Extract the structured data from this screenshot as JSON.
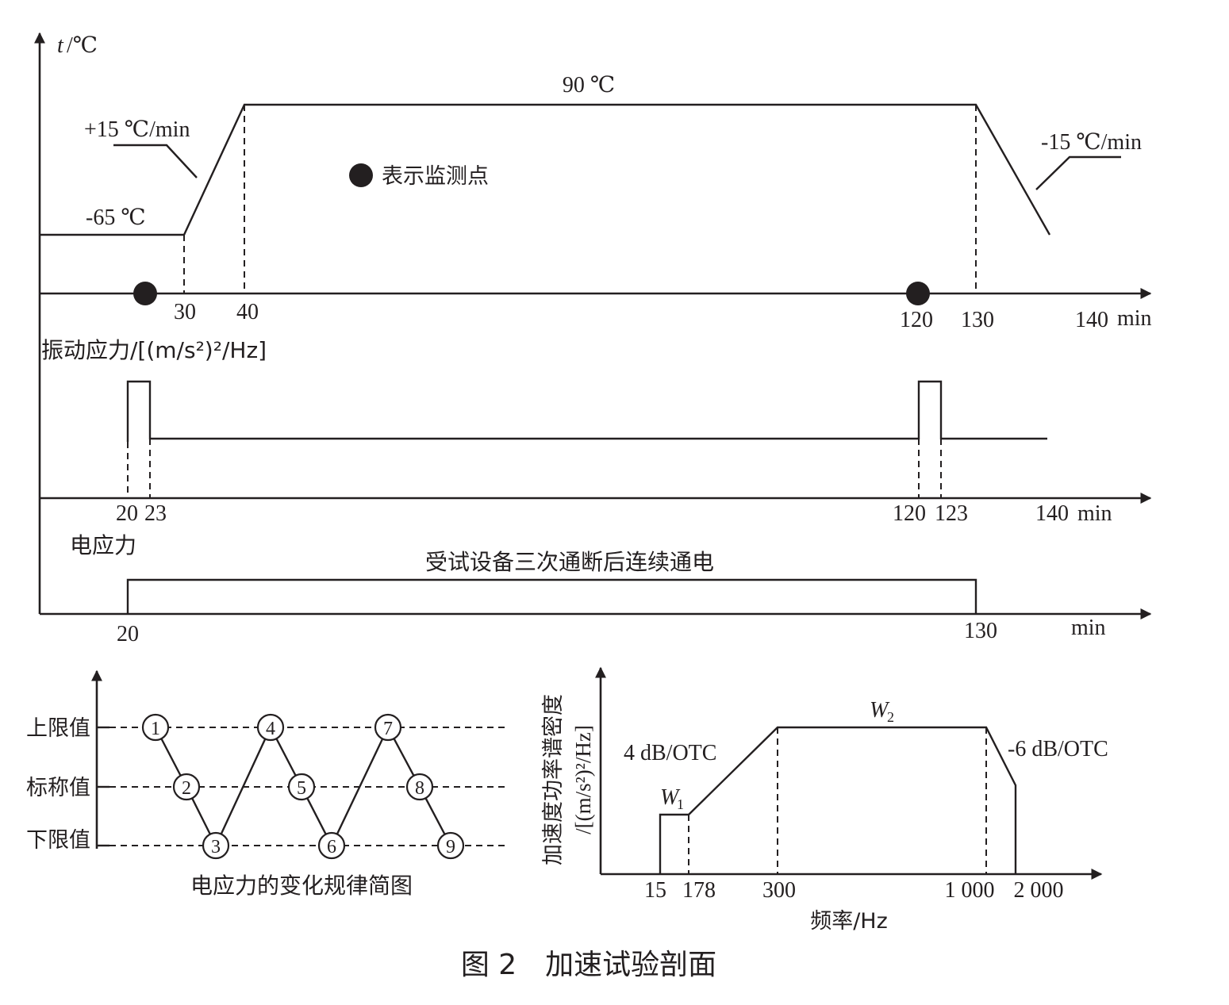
{
  "temperature": {
    "axis_label": "t",
    "axis_unit": "/℃",
    "high_label": "90 ℃",
    "low_label": "-65 ℃",
    "ramp_up_label": "+15 ℃/min",
    "ramp_down_label": "-15 ℃/min",
    "legend_label": "表示监测点",
    "ticks": [
      "30",
      "40",
      "120",
      "130",
      "140"
    ],
    "unit": "min"
  },
  "vibration": {
    "axis_label": "振动应力/[(m/s²)²/Hz]",
    "ticks": [
      "20",
      "23",
      "120",
      "123",
      "140"
    ],
    "unit": "min"
  },
  "electric": {
    "axis_label": "电应力",
    "note": "受试设备三次通断后连续通电",
    "ticks": [
      "20",
      "130"
    ],
    "unit": "min"
  },
  "cycle": {
    "levels": [
      "上限值",
      "标称值",
      "下限值"
    ],
    "points": [
      "1",
      "2",
      "3",
      "4",
      "5",
      "6",
      "7",
      "8",
      "9"
    ],
    "caption": "电应力的变化规律简图"
  },
  "psd": {
    "ylabel_line1": "加速度功率谱密度",
    "ylabel_line2": "/[(m/s²)²/Hz]",
    "xlabel": "频率/Hz",
    "w1": "W",
    "w1_sub": "1",
    "w2": "W",
    "w2_sub": "2",
    "slope_up": "4 dB/OTC",
    "slope_down": "-6 dB/OTC",
    "ticks": [
      "15",
      "178",
      "300",
      "1 000",
      "2 000"
    ]
  },
  "figure": {
    "caption": "图 2　加速试验剖面"
  }
}
